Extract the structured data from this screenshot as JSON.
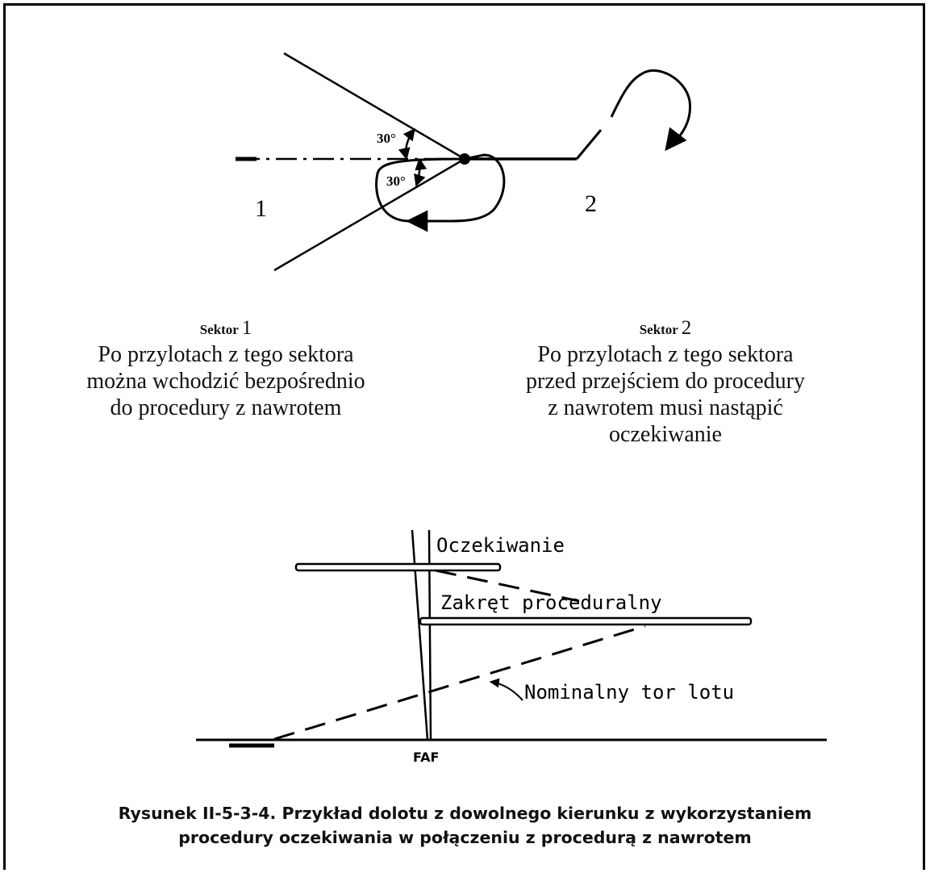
{
  "diagram_top": {
    "angle_upper": "30°",
    "angle_lower": "30°",
    "sector_1_number": "1",
    "sector_2_number": "2"
  },
  "sectors": [
    {
      "heading_word": "Sektor",
      "heading_number": "1",
      "lines": [
        "Po przylotach z tego sektora",
        "można wchodzić bezpośrednio",
        "do procedury z nawrotem"
      ]
    },
    {
      "heading_word": "Sektor",
      "heading_number": "2",
      "lines": [
        "Po przylotach z tego sektora",
        "przed przejściem do procedury",
        "z nawrotem musi nastąpić",
        "oczekiwanie"
      ]
    }
  ],
  "diagram_bottom": {
    "holding_label": "Oczekiwanie",
    "procedure_turn_label": "Zakręt proceduralny",
    "flight_path_label": "Nominalny tor lotu",
    "faf_label": "FAF"
  },
  "caption": {
    "line1": "Rysunek II-5-3-4. Przykład dolotu z dowolnego kierunku z wykorzystaniem",
    "line2": "procedury oczekiwania w połączeniu z procedurą z nawrotem"
  }
}
